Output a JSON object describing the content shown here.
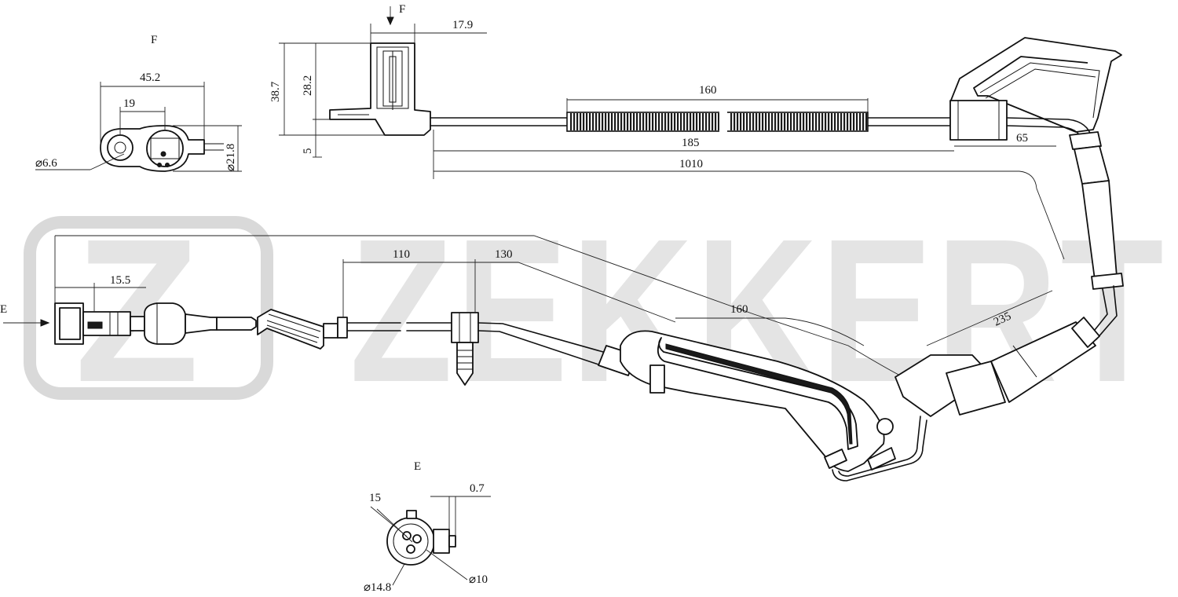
{
  "watermark": {
    "brand": "ZEKKERT",
    "logo_letter": "Z"
  },
  "views": {
    "f_top_arrow": "F",
    "f_view": "F",
    "e_side_arrow": "E",
    "e_view": "E"
  },
  "dims": {
    "d17_9": "17.9",
    "d38_7": "38.7",
    "d28_2": "28.2",
    "d5": "5",
    "d45_2": "45.2",
    "d19": "19",
    "d6_6": "⌀6.6",
    "d21_8": "⌀21.8",
    "d160_top": "160",
    "d185": "185",
    "d1010": "1010",
    "d65": "65",
    "d15_5": "15.5",
    "d110": "110",
    "d130": "130",
    "d160_mid": "160",
    "d235": "235",
    "d15": "15",
    "d0_7": "0.7",
    "d14_8": "⌀14.8",
    "d10": "⌀10"
  }
}
